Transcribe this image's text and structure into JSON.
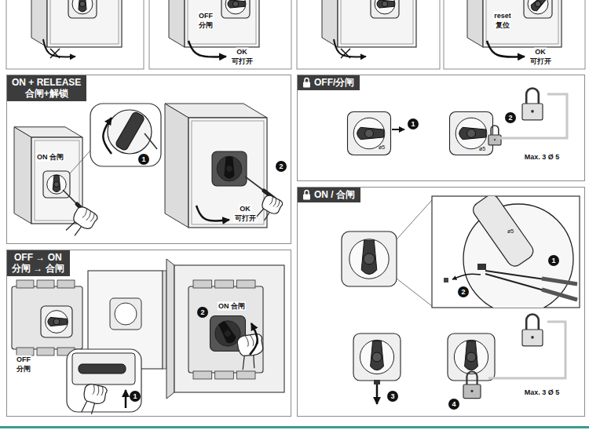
{
  "diagram": {
    "nodes": [
      {
        "text": [
          "ON + RELEASE",
          "合闸+解锁"
        ]
      },
      {
        "text": [
          "OFF/分闸"
        ]
      },
      {
        "text": [
          "ON / 合闸"
        ]
      },
      {
        "text": [
          "OFF → ON",
          "分闸 → 合闸"
        ]
      }
    ],
    "labels": [
      "OFF",
      "分闸",
      "OK",
      "可打开",
      "reset",
      "复位",
      "OK",
      "可打开",
      "ON 合闸",
      "1",
      "2",
      "OK",
      "可打开",
      "1",
      "ø5",
      "2",
      "ø5",
      "Max. 3 Ø 5",
      "ø5",
      "1",
      "2",
      "3",
      "4",
      "Max. 3 Ø 5",
      "2",
      "ON 合闸",
      "OFF",
      "分闸",
      "1"
    ]
  }
}
